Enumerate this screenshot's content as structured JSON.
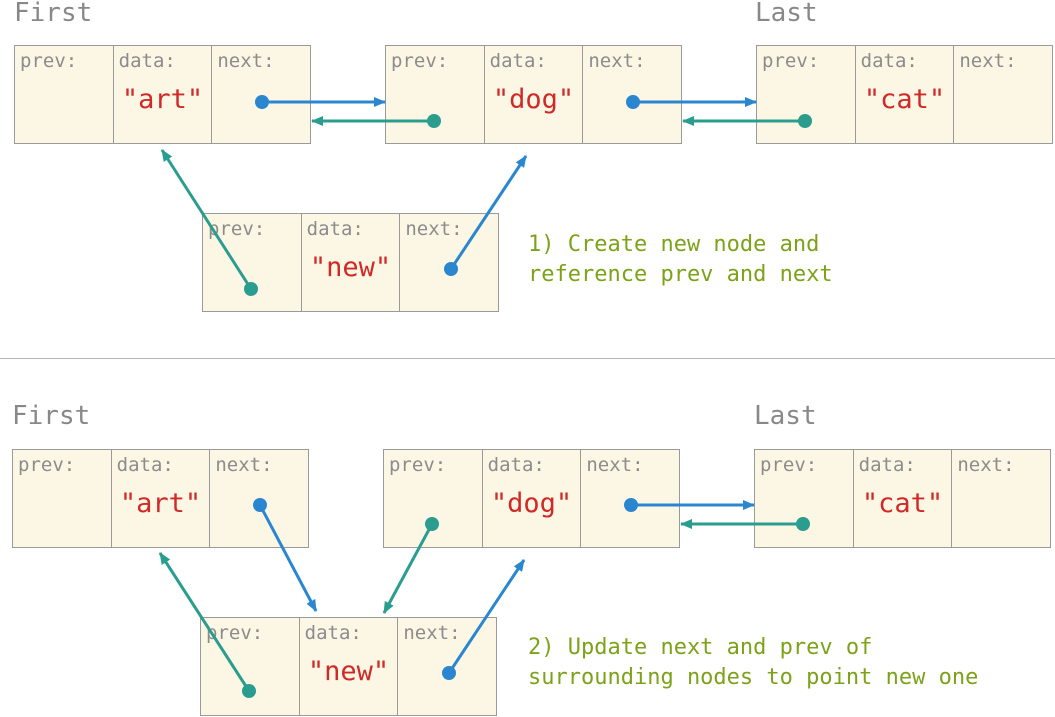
{
  "top": {
    "first_label": "First",
    "last_label": "Last",
    "caption_line1": "1) Create new node and",
    "caption_line2": "reference prev and next",
    "nodes": {
      "art": {
        "prev": "prev:",
        "data": "data:",
        "next": "next:",
        "value": "\"art\""
      },
      "dog": {
        "prev": "prev:",
        "data": "data:",
        "next": "next:",
        "value": "\"dog\""
      },
      "cat": {
        "prev": "prev:",
        "data": "data:",
        "next": "next:",
        "value": "\"cat\""
      },
      "new": {
        "prev": "prev:",
        "data": "data:",
        "next": "next:",
        "value": "\"new\""
      }
    }
  },
  "bottom": {
    "first_label": "First",
    "last_label": "Last",
    "caption_line1": "2) Update next and prev of",
    "caption_line2": "surrounding nodes to point new one",
    "nodes": {
      "art": {
        "prev": "prev:",
        "data": "data:",
        "next": "next:",
        "value": "\"art\""
      },
      "dog": {
        "prev": "prev:",
        "data": "data:",
        "next": "next:",
        "value": "\"dog\""
      },
      "cat": {
        "prev": "prev:",
        "data": "data:",
        "next": "next:",
        "value": "\"cat\""
      },
      "new": {
        "prev": "prev:",
        "data": "data:",
        "next": "next:",
        "value": "\"new\""
      }
    }
  },
  "colors": {
    "next_pointer": "#2b86d0",
    "prev_pointer": "#2a9d8f",
    "node_fill": "#fcf6e4",
    "value_text": "#cf2a27",
    "caption_text": "#7da21a"
  }
}
